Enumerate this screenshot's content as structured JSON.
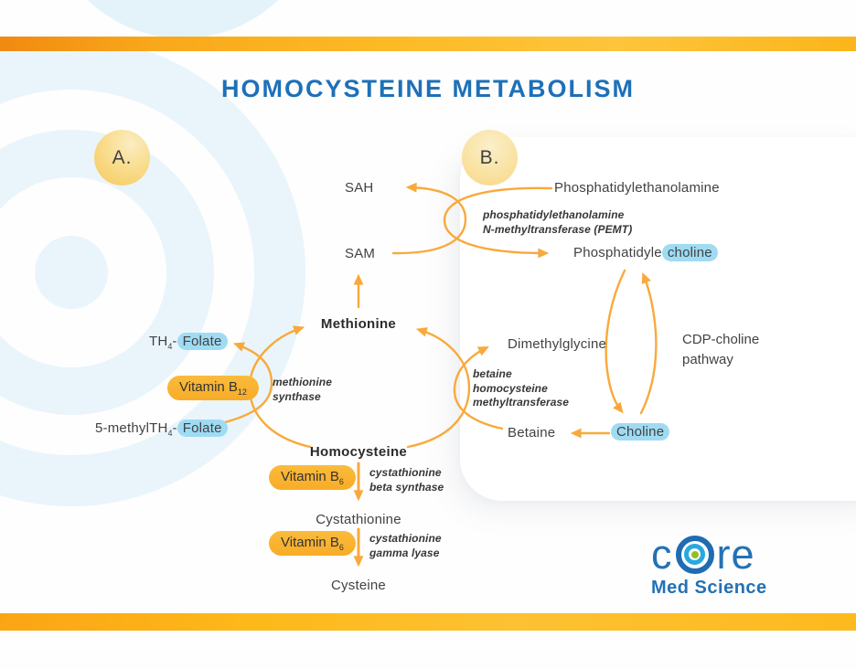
{
  "title": "HOMOCYSTEINE METABOLISM",
  "section_a_label": "A.",
  "section_b_label": "B.",
  "nodes": {
    "sah": "SAH",
    "sam": "SAM",
    "methionine": "Methionine",
    "homocysteine": "Homocysteine",
    "phosphatidylethanolamine": "Phosphatidylethanolamine",
    "phosphatidylcholine_prefix": "Phosphatidyle",
    "phosphatidylcholine_highlight": "choline",
    "dimethylglycine": "Dimethylglycine",
    "betaine": "Betaine",
    "choline": "Choline",
    "cystathionine": "Cystathionine",
    "cysteine": "Cysteine",
    "th4_folate": {
      "prefix": "TH",
      "subscript": "4",
      "separator": "-",
      "highlight": "Folate"
    },
    "methyl_th4_folate": {
      "prefix": "5-methylTH",
      "subscript": "4",
      "separator": "-",
      "highlight": "Folate"
    }
  },
  "cofactors": {
    "vitamin_b12": {
      "label": "Vitamin B",
      "subscript": "12"
    },
    "vitamin_b6_upper": {
      "label": "Vitamin B",
      "subscript": "6"
    },
    "vitamin_b6_lower": {
      "label": "Vitamin B",
      "subscript": "6"
    }
  },
  "enzymes": {
    "pemt": "phosphatidylethanolamine\nN-methyltransferase (PEMT)",
    "methionine_synthase": "methionine\nsynthase",
    "bhmt": "betaine\nhomocysteine\nmethyltransferase",
    "cystathionine_beta_synthase": "cystathionine\nbeta synthase",
    "cystathionine_gamma_lyase": "cystathionine\ngamma lyase"
  },
  "pathways": {
    "cdp_choline": "CDP-choline\npathway"
  },
  "logo": {
    "part1": "c",
    "part2": "re",
    "subtitle": "Med Science"
  },
  "colors": {
    "title_blue": "#1D70B8",
    "arrow_gold": "#F9A93B",
    "bar_orange": "#F18A10",
    "bar_gold": "#FDC53C",
    "highlight_blue": "#9FDBF3",
    "pill_gold": "#F9B233",
    "logo_blue": "#2471B5",
    "logo_cyan": "#29A8E0",
    "logo_green": "#93C01F"
  }
}
